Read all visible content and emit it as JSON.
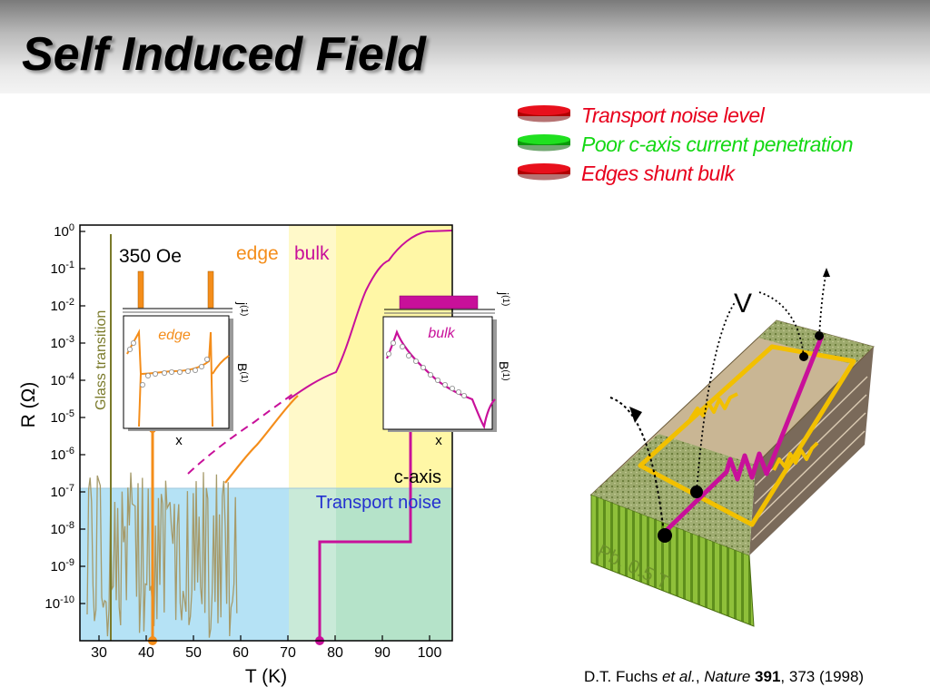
{
  "slide": {
    "title": "Self Induced Field"
  },
  "legend": [
    {
      "label": "Transport noise level",
      "text_color": "#e8001c",
      "pill_color": "#e8101c"
    },
    {
      "label": "Poor c-axis current penetration",
      "text_color": "#14d814",
      "pill_color": "#20e020"
    },
    {
      "label": "Edges shunt bulk",
      "text_color": "#e8001c",
      "pill_color": "#e8101c"
    }
  ],
  "plot": {
    "ylabel_main": "R (",
    "ylabel_symbol": "Ω",
    "ylabel_end": ")",
    "xlabel": "T (K)",
    "x_ticks": [
      "30",
      "40",
      "50",
      "60",
      "70",
      "80",
      "90",
      "100"
    ],
    "y_tick_base": "10",
    "y_tick_exps": [
      "0",
      "-1",
      "-2",
      "-3",
      "-4",
      "-5",
      "-6",
      "-7",
      "-8",
      "-9",
      "-10"
    ],
    "field_label": "350 Oe",
    "edge_label": "edge",
    "bulk_label": "bulk",
    "glass_label": "Glass transition",
    "caxis_label": "c-axis",
    "noise_label": "Transport noise",
    "colors": {
      "edge": "#f48d1a",
      "bulk": "#c8109a",
      "glass": "#7a7a2a",
      "noise": "#2430d0",
      "band_blue": "#b5e2f5",
      "band_yellow1": "#fff9c9",
      "band_yellow2": "#fff7a6"
    }
  },
  "insets": {
    "j_label": "j",
    "b_label": "B",
    "superscript": "(1)",
    "x_label": "x",
    "edge_title": "edge",
    "bulk_title": "bulk"
  },
  "sample": {
    "v_label": "V",
    "field_text": "Pb, 0.5 T"
  },
  "citation": {
    "authors": "D.T. Fuchs ",
    "etal": "et al.",
    "sep": ", ",
    "journal": "Nature",
    "volume": "391",
    "pages": ", 373 (1998)"
  }
}
